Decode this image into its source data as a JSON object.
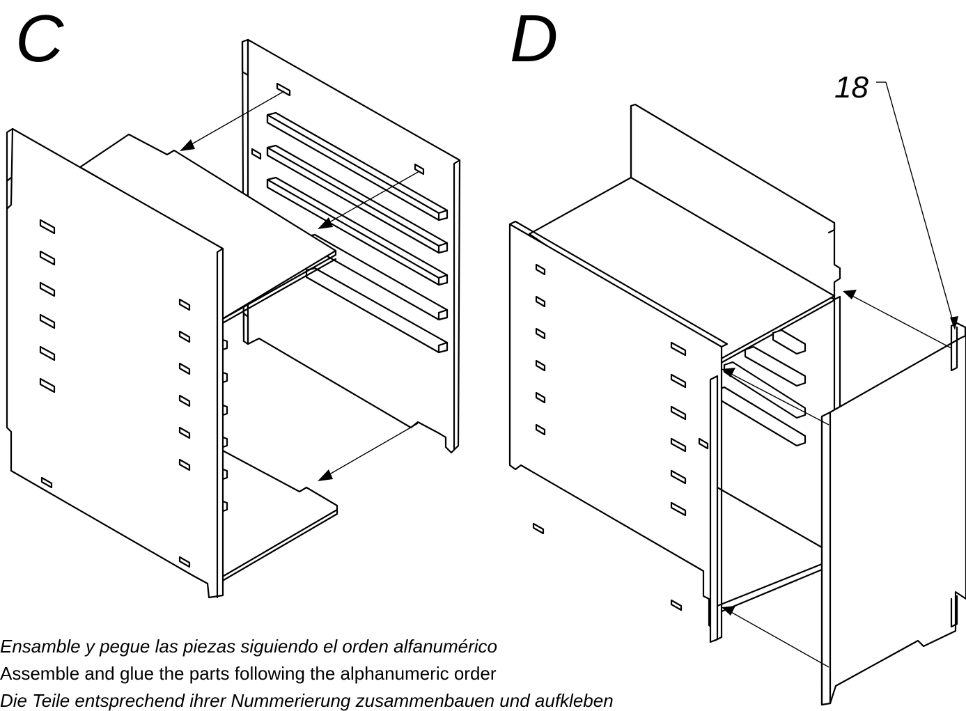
{
  "steps": [
    {
      "label": "C"
    },
    {
      "label": "D",
      "part_callout": "18"
    }
  ],
  "instructions": [
    "Ensamble y pegue las piezas siguiendo el orden alfanumérico",
    "Assemble and glue the parts following the alphanumeric order",
    "Die Teile entsprechend ihrer Nummerierung zusammenbauen und aufkleben"
  ]
}
